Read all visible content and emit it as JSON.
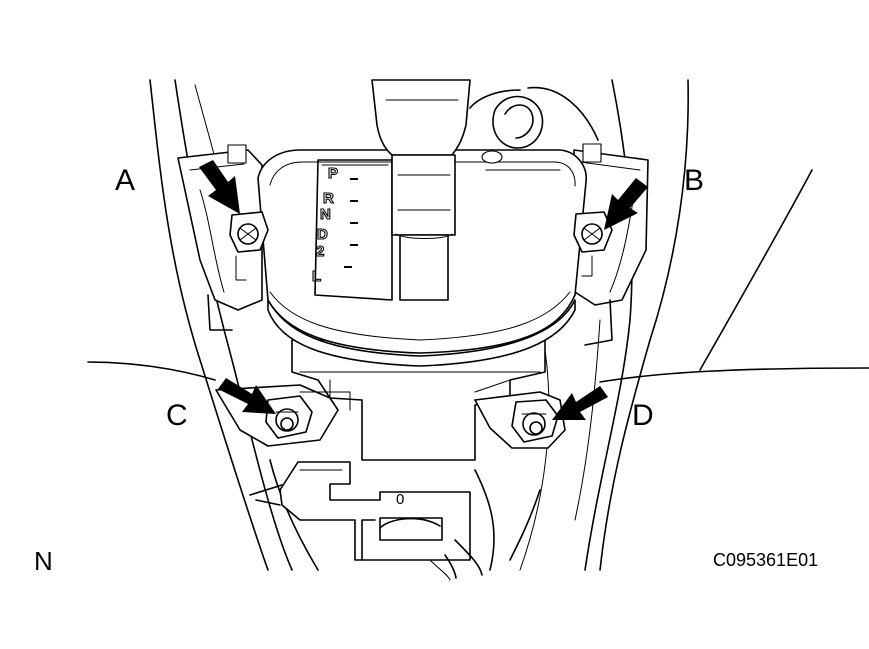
{
  "callouts": {
    "a": "A",
    "b": "B",
    "c": "C",
    "d": "D"
  },
  "shift_positions": [
    "P",
    "R",
    "N",
    "D",
    "2",
    "L"
  ],
  "corner_mark": "N",
  "figure_code": "C095361E01",
  "boss_mark": "0"
}
